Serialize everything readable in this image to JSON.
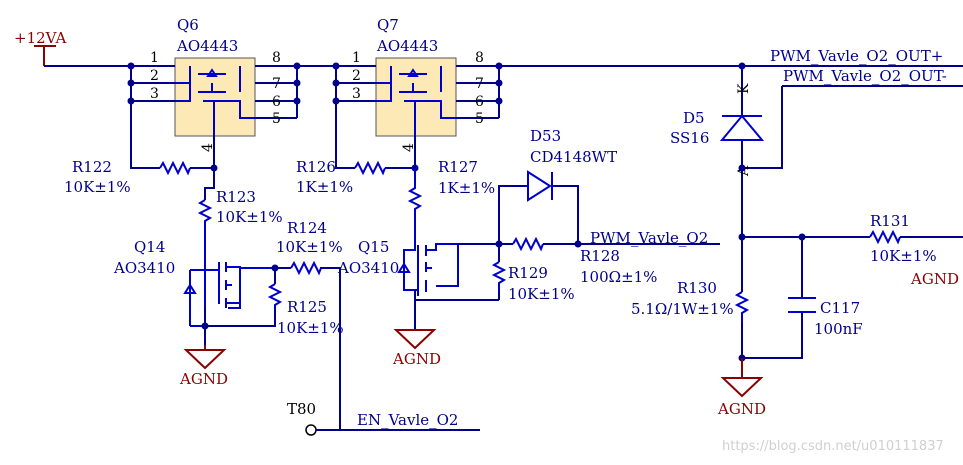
{
  "colors": {
    "wire": "#00008b",
    "label": "#00008b",
    "power": "#8b0000",
    "ic_fill": "#fde9b5"
  },
  "power": {
    "supply": "+12VA",
    "agnd": "AGND"
  },
  "q6": {
    "ref": "Q6",
    "part": "AO4443",
    "pins": [
      "1",
      "2",
      "3",
      "4",
      "5",
      "6",
      "7",
      "8"
    ]
  },
  "q7": {
    "ref": "Q7",
    "part": "AO4443",
    "pins": [
      "1",
      "2",
      "3",
      "4",
      "5",
      "6",
      "7",
      "8"
    ]
  },
  "r122": {
    "ref": "R122",
    "value": "10K±1%"
  },
  "r123": {
    "ref": "R123",
    "value": "10K±1%"
  },
  "r124": {
    "ref": "R124",
    "value": "10K±1%"
  },
  "r125": {
    "ref": "R125",
    "value": "10K±1%"
  },
  "r126": {
    "ref": "R126",
    "value": "1K±1%"
  },
  "r127": {
    "ref": "R127",
    "value": "1K±1%"
  },
  "r128": {
    "ref": "R128",
    "value": "100Ω±1%"
  },
  "r129": {
    "ref": "R129",
    "value": "10K±1%"
  },
  "r130": {
    "ref": "R130",
    "value": "5.1Ω/1W±1%"
  },
  "r131": {
    "ref": "R131",
    "value": "10K±1%"
  },
  "q14": {
    "ref": "Q14",
    "part": "AO3410"
  },
  "q15": {
    "ref": "Q15",
    "part": "AO3410"
  },
  "d53": {
    "ref": "D53",
    "part": "CD4148WT"
  },
  "d5": {
    "ref": "D5",
    "part": "SS16",
    "pin_k": "K",
    "pin_a": "A"
  },
  "c117": {
    "ref": "C117",
    "value": "100nF"
  },
  "nets": {
    "out_plus": "PWM_Vavle_O2_OUT+",
    "out_minus": "PWM_Vavle_O2_OUT-",
    "pwm": "PWM_Vavle_O2",
    "en": "EN_Vavle_O2"
  },
  "testpoint": "T80",
  "watermark": "https://blog.csdn.net/u010111837"
}
